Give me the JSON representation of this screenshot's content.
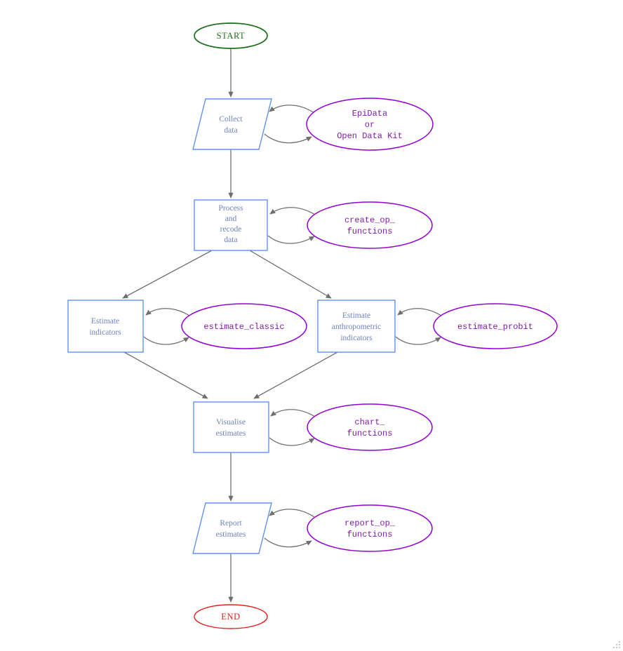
{
  "diagram": {
    "nodes": {
      "start": {
        "type": "terminator",
        "lines": [
          "START"
        ]
      },
      "collect_data": {
        "type": "io",
        "lines": [
          "Collect",
          "data"
        ]
      },
      "epidata_odk": {
        "type": "function",
        "lines": [
          "EpiData",
          "or",
          "Open Data Kit"
        ]
      },
      "process_recode": {
        "type": "process",
        "lines": [
          "Process",
          "and",
          "recode",
          "data"
        ]
      },
      "create_op_functions": {
        "type": "function",
        "lines": [
          "create_op_",
          "functions"
        ]
      },
      "estimate_indicators": {
        "type": "process",
        "lines": [
          "Estimate",
          "indicators"
        ]
      },
      "estimate_classic": {
        "type": "function",
        "lines": [
          "estimate_classic"
        ]
      },
      "estimate_anthropometric": {
        "type": "process",
        "lines": [
          "Estimate",
          "anthropometric",
          "indicators"
        ]
      },
      "estimate_probit": {
        "type": "function",
        "lines": [
          "estimate_probit"
        ]
      },
      "visualise_estimates": {
        "type": "process",
        "lines": [
          "Visualise",
          "estimates"
        ]
      },
      "chart_functions": {
        "type": "function",
        "lines": [
          "chart_",
          "functions"
        ]
      },
      "report_estimates": {
        "type": "io",
        "lines": [
          "Report",
          "estimates"
        ]
      },
      "report_op_functions": {
        "type": "function",
        "lines": [
          "report_op_",
          "functions"
        ]
      },
      "end": {
        "type": "terminator",
        "lines": [
          "END"
        ]
      }
    },
    "edges": [
      {
        "from": "start",
        "to": "collect_data",
        "bidirectional": false
      },
      {
        "from": "collect_data",
        "to": "epidata_odk",
        "bidirectional": true
      },
      {
        "from": "collect_data",
        "to": "process_recode",
        "bidirectional": false
      },
      {
        "from": "process_recode",
        "to": "create_op_functions",
        "bidirectional": true
      },
      {
        "from": "process_recode",
        "to": "estimate_indicators",
        "bidirectional": false
      },
      {
        "from": "process_recode",
        "to": "estimate_anthropometric",
        "bidirectional": false
      },
      {
        "from": "estimate_indicators",
        "to": "estimate_classic",
        "bidirectional": true
      },
      {
        "from": "estimate_anthropometric",
        "to": "estimate_probit",
        "bidirectional": true
      },
      {
        "from": "estimate_indicators",
        "to": "visualise_estimates",
        "bidirectional": false
      },
      {
        "from": "estimate_anthropometric",
        "to": "visualise_estimates",
        "bidirectional": false
      },
      {
        "from": "visualise_estimates",
        "to": "chart_functions",
        "bidirectional": true
      },
      {
        "from": "visualise_estimates",
        "to": "report_estimates",
        "bidirectional": false
      },
      {
        "from": "report_estimates",
        "to": "report_op_functions",
        "bidirectional": true
      },
      {
        "from": "report_estimates",
        "to": "end",
        "bidirectional": false
      }
    ],
    "colors": {
      "terminator_start": "#1c701c",
      "terminator_end": "#e0201c",
      "process_border": "#6191ef",
      "process_text": "#7183bd",
      "function_border": "#9400d3",
      "function_text": "#811ca9",
      "edge": "#6f6f6f",
      "grip": "#b5b5b5"
    },
    "icons": {
      "resize_grip": "resize-grip"
    }
  }
}
